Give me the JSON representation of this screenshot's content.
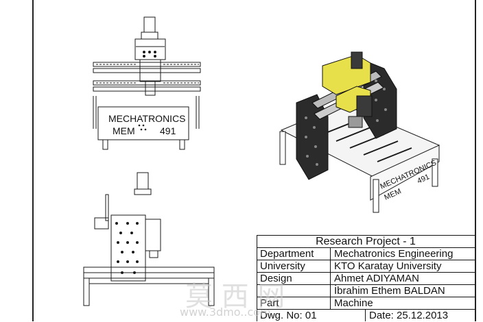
{
  "drawing": {
    "front_view_label": {
      "line1": "MECHATRONICS",
      "line2_left": "MEM",
      "line2_right": "491"
    },
    "iso_view_label": {
      "line1": "MECHATRONICS",
      "line2_left": "MEM",
      "line2_right": "491"
    }
  },
  "title_block": {
    "header": "Research Project - 1",
    "rows": [
      {
        "label": "Department",
        "value": "Mechatronics Engineering"
      },
      {
        "label": "University",
        "value": "KTO Karatay University"
      },
      {
        "label": "Design",
        "value": "Ahmet ADIYAMAN"
      },
      {
        "label": "",
        "value": "İbrahim Ethem BALDAN"
      },
      {
        "label": "Part",
        "value": "Machine"
      }
    ],
    "footer": {
      "dwg_no": "Dwg. No: 01",
      "date": "Date: 25.12.2013"
    }
  },
  "watermark": {
    "chinese": "莫 西 网",
    "url": "www.3dmo..com"
  },
  "colors": {
    "line": "#1a1a1a",
    "accent_yellow": "#e8e04a",
    "dark_panel": "#2b2b2b"
  }
}
